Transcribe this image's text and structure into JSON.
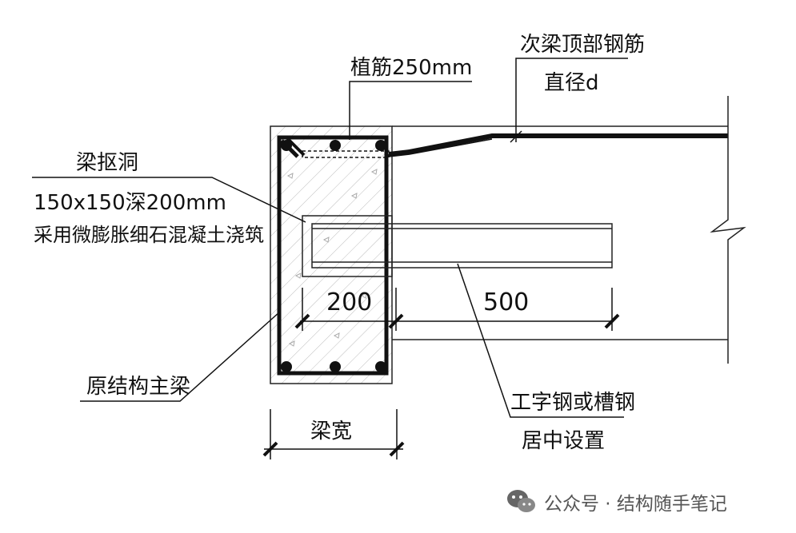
{
  "labels": {
    "rebar_planting": "植筋250mm",
    "secondary_top_rebar_line1": "次梁顶部钢筋",
    "secondary_top_rebar_line2": "直径d",
    "hole_title": "梁抠洞",
    "hole_size": "150x150深200mm",
    "hole_fill": "采用微膨胀细石混凝土浇筑",
    "main_beam": "原结构主梁",
    "steel_line1": "工字钢或槽钢",
    "steel_line2": "居中设置",
    "beam_width": "梁宽"
  },
  "dimensions": {
    "embed_depth": "200",
    "extension_length": "500"
  },
  "watermark": {
    "icon": "wechat-icon",
    "text": "公众号 · 结构随手笔记"
  }
}
